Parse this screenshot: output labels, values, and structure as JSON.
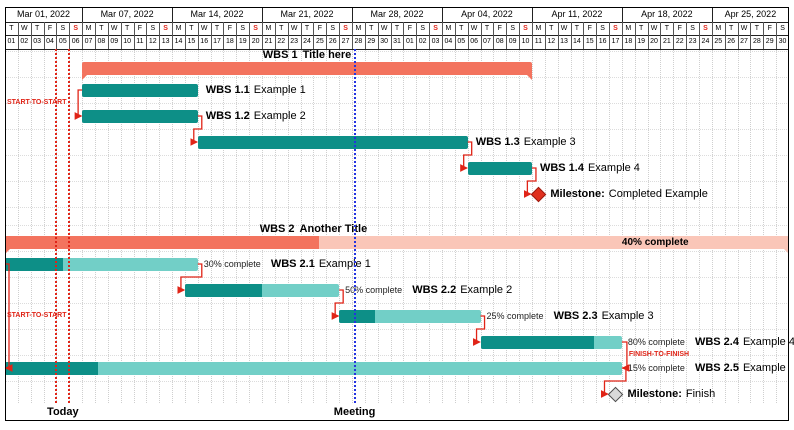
{
  "chart_data": {
    "type": "gantt",
    "title": "",
    "timeline": {
      "start": "Mar 01, 2022",
      "end": "Apr 30, 2022",
      "total_days": 61
    },
    "calendar": {
      "weeks": [
        {
          "label": "Mar 01, 2022",
          "days": 6
        },
        {
          "label": "Mar 07, 2022",
          "days": 7
        },
        {
          "label": "Mar 14, 2022",
          "days": 7
        },
        {
          "label": "Mar 21, 2022",
          "days": 7
        },
        {
          "label": "Mar 28, 2022",
          "days": 7
        },
        {
          "label": "Apr 04, 2022",
          "days": 7
        },
        {
          "label": "Apr 11, 2022",
          "days": 7
        },
        {
          "label": "Apr 18, 2022",
          "days": 7
        },
        {
          "label": "Apr 25, 2022",
          "days": 6
        }
      ],
      "day_letters": [
        "T",
        "W",
        "T",
        "F",
        "S",
        "S",
        "M",
        "T",
        "W",
        "T",
        "F",
        "S",
        "S",
        "M",
        "T",
        "W",
        "T",
        "F",
        "S",
        "S",
        "M",
        "T",
        "W",
        "T",
        "F",
        "S",
        "S",
        "M",
        "T",
        "W",
        "T",
        "F",
        "S",
        "S",
        "M",
        "T",
        "W",
        "T",
        "F",
        "S",
        "S",
        "M",
        "T",
        "W",
        "T",
        "F",
        "S",
        "S",
        "M",
        "T",
        "W",
        "T",
        "F",
        "S",
        "S",
        "M",
        "T",
        "W",
        "T",
        "F",
        "S"
      ],
      "day_numbers": [
        "01",
        "02",
        "03",
        "04",
        "05",
        "06",
        "07",
        "08",
        "09",
        "10",
        "11",
        "12",
        "13",
        "14",
        "15",
        "16",
        "17",
        "18",
        "19",
        "20",
        "21",
        "22",
        "23",
        "24",
        "25",
        "26",
        "27",
        "28",
        "29",
        "30",
        "31",
        "01",
        "02",
        "03",
        "04",
        "05",
        "06",
        "07",
        "08",
        "09",
        "10",
        "11",
        "12",
        "13",
        "14",
        "15",
        "16",
        "17",
        "18",
        "19",
        "20",
        "21",
        "22",
        "23",
        "24",
        "25",
        "26",
        "27",
        "28",
        "29",
        "30"
      ],
      "sundays": [
        5,
        12,
        19,
        26,
        33,
        40,
        47,
        54
      ]
    },
    "rules": [
      {
        "id": "today",
        "label": "Today",
        "color": "#E02417",
        "days": [
          4,
          5
        ]
      },
      {
        "id": "meeting",
        "label": "Meeting",
        "color": "#2433E0",
        "days": [
          27.2
        ]
      }
    ],
    "tasks": [
      {
        "id": "g1",
        "type": "group",
        "name": "WBS 1",
        "desc": "Title here",
        "start": 6,
        "end": 41,
        "title_day": 23.5
      },
      {
        "id": "t11",
        "type": "task",
        "name": "WBS 1.1",
        "desc": "Example 1",
        "start": 6,
        "end": 15
      },
      {
        "id": "t12",
        "type": "task",
        "name": "WBS 1.2",
        "desc": "Example 2",
        "start": 6,
        "end": 15
      },
      {
        "id": "t13",
        "type": "task",
        "name": "WBS 1.3",
        "desc": "Example 3",
        "start": 15,
        "end": 36
      },
      {
        "id": "t14",
        "type": "task",
        "name": "WBS 1.4",
        "desc": "Example 4",
        "start": 36,
        "end": 41
      },
      {
        "id": "m1",
        "type": "milestone",
        "name": "Milestone:",
        "desc": "Completed Example",
        "day": 41,
        "style": "red"
      },
      {
        "id": "g2",
        "type": "group",
        "name": "WBS 2",
        "desc": "Another Title",
        "start": 0,
        "end": 61,
        "progress": 40,
        "progress_label": "40% complete",
        "title_day": 24,
        "label_day": 48,
        "gap_before": true
      },
      {
        "id": "t21",
        "type": "task",
        "name": "WBS 2.1",
        "desc": "Example 1",
        "start": 0,
        "end": 15,
        "progress": 30,
        "progress_label": "30% complete"
      },
      {
        "id": "t22",
        "type": "task",
        "name": "WBS 2.2",
        "desc": "Example 2",
        "start": 14,
        "end": 26,
        "progress": 50,
        "progress_label": "50% complete"
      },
      {
        "id": "t23",
        "type": "task",
        "name": "WBS 2.3",
        "desc": "Example 3",
        "start": 26,
        "end": 37,
        "progress": 25,
        "progress_label": "25% complete"
      },
      {
        "id": "t24",
        "type": "task",
        "name": "WBS 2.4",
        "desc": "Example 4",
        "start": 37,
        "end": 48,
        "progress": 80,
        "progress_label": "80% complete"
      },
      {
        "id": "t25",
        "type": "task",
        "name": "WBS 2.5",
        "desc": "Example",
        "start": 0,
        "end": 48,
        "progress": 15,
        "progress_label": "15% complete"
      },
      {
        "id": "m2",
        "type": "milestone",
        "name": "Milestone:",
        "desc": "Finish",
        "day": 47,
        "style": "gray"
      }
    ],
    "links": [
      {
        "from": "t11",
        "to": "t12",
        "type": "ss",
        "label": "START-TO-START",
        "label_side": "left"
      },
      {
        "from": "t12",
        "to": "t13",
        "type": "fs"
      },
      {
        "from": "t13",
        "to": "t14",
        "type": "fs"
      },
      {
        "from": "t14",
        "to": "m1",
        "type": "fs"
      },
      {
        "from": "t21",
        "to": "t22",
        "type": "fs"
      },
      {
        "from": "t22",
        "to": "t23",
        "type": "fs"
      },
      {
        "from": "t23",
        "to": "t24",
        "type": "fs"
      },
      {
        "from": "t24",
        "to": "t25",
        "type": "ff",
        "label": "FINISH-TO-FINISH",
        "label_side": "corner"
      },
      {
        "from": "t21",
        "to": "t25",
        "type": "ss",
        "label": "START-TO-START",
        "label_side": "left"
      },
      {
        "from": "t25",
        "to": "m2",
        "type": "fs"
      }
    ]
  },
  "colors": {
    "group_fill": "#F3735E",
    "group_light": "#FAC6B8",
    "task_fill": "#0D8F87",
    "task_light": "#72CFC7",
    "link": "#E02417",
    "sunday": "#E02417",
    "meeting_blue": "#2433E0",
    "milestone_red": "#E0301E",
    "milestone_red_border": "#9A1B10",
    "milestone_gray": "#D9D9D9",
    "milestone_gray_border": "#4D4D4D",
    "header_line": "#222222",
    "text": "#000000"
  }
}
